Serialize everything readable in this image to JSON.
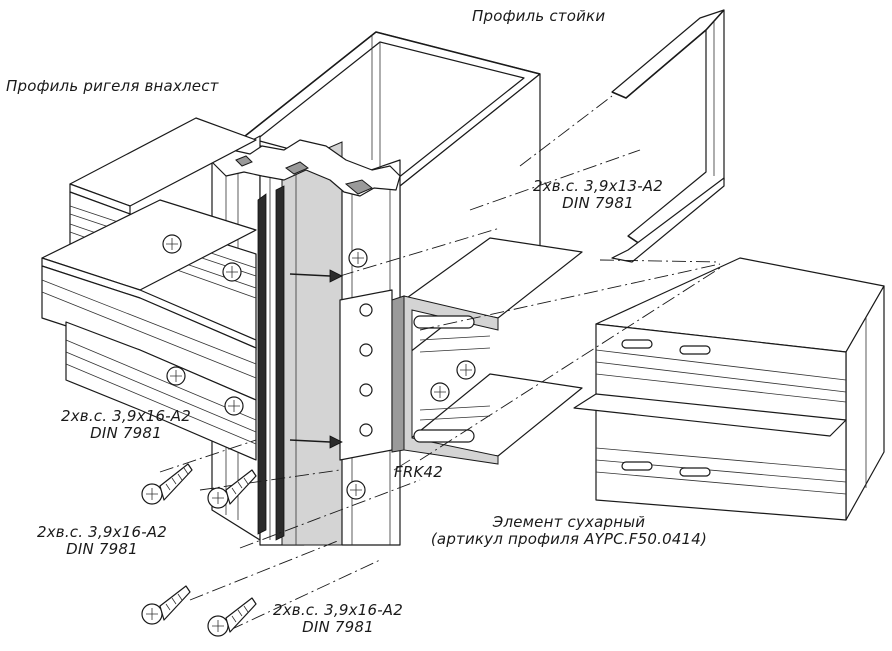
{
  "labels": {
    "post_profile": "Профиль стойки",
    "transom_profile": "Профиль ригеля внахлест",
    "screw_top_right_line1": "2хв.с. 3,9х13-А2",
    "screw_top_right_line2": "DIN 7981",
    "screw_left_upper_line1": "2хв.с. 3,9х16-А2",
    "screw_left_upper_line2": "DIN 7981",
    "screw_left_lower_line1": "2хв.с. 3,9х16-А2",
    "screw_left_lower_line2": "DIN 7981",
    "screw_bottom_line1": "2хв.с. 3,9х16-А2",
    "screw_bottom_line2": "DIN 7981",
    "gasket_code": "FRK42",
    "element_line1": "Элемент сухарный",
    "element_line2": "(артикул профиля AYPC.F50.0414)"
  }
}
